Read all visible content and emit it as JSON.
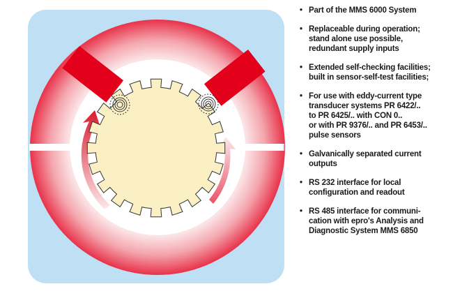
{
  "features": [
    {
      "lines": [
        "Part of the MMS 6000 System"
      ]
    },
    {
      "lines": [
        "Replaceable during operation;",
        "stand alone use possible,",
        "redundant supply inputs"
      ]
    },
    {
      "lines": [
        "Extended self-checking facilities;",
        "built in sensor-self-test facilities;"
      ]
    },
    {
      "lines": [
        "For use with eddy-current type",
        "transducer systems PR 6422/..",
        "to PR 6425/.. with CON 0..",
        "or with PR 9376/.. and PR 6453/..",
        "pulse sensors"
      ]
    },
    {
      "lines": [
        "Galvanically separated current",
        "outputs"
      ]
    },
    {
      "lines": [
        "RS 232 interface for local",
        "configuration and readout"
      ]
    },
    {
      "lines": [
        "RS 485 interface for communi-",
        "cation with epro's Analysis and",
        "Diagnostic System MMS 6850"
      ]
    }
  ],
  "diagram": {
    "gear_teeth": 20,
    "colors": {
      "background_panel": "#bfe0f4",
      "outer_ring": "#e8324a",
      "inner_ring_light": "#f6d0d3",
      "housing": "#ffffff",
      "gear": "#faf0c4",
      "sensor": "#e3001b",
      "arrow": "#d91a2e"
    }
  }
}
